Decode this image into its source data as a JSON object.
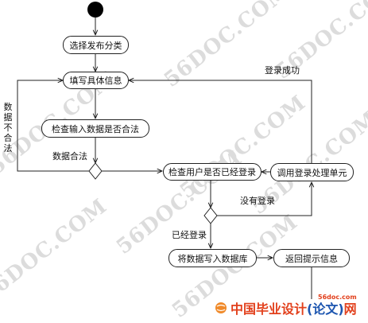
{
  "nodes": {
    "select_category": "选择发布分类",
    "fill_info": "填写具体信息",
    "check_input": "检查输入数据是否合法",
    "check_user": "检查用户是否已经登录",
    "call_login": "调用登录处理单元",
    "write_db": "将数据写入数据库",
    "return_msg": "返回提示信息"
  },
  "labels": {
    "data_invalid": "数据不合法",
    "data_valid": "数据合法",
    "login_success": "登录成功",
    "not_logged_in": "没有登录",
    "logged_in": "已经登录"
  },
  "watermark": "56DOC.COM",
  "footer": {
    "site": "56doc.com",
    "brand_prefix": "中国",
    "brand_main": "毕业设计",
    "brand_paren": "(论文)",
    "brand_suffix": "网"
  },
  "colors": {
    "line": "#222222",
    "start": "#000000",
    "brand": "#e2401c",
    "brand_accent": "#1d56b0"
  }
}
